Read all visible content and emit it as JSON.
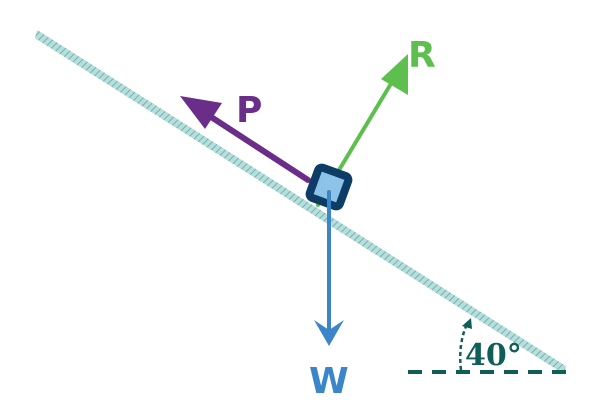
{
  "diagram": {
    "forces": {
      "push": {
        "label": "P",
        "color": "#6a2d8a"
      },
      "reaction": {
        "label": "R",
        "color": "#5cbf4e"
      },
      "weight": {
        "label": "W",
        "color": "#3a86c8"
      }
    },
    "incline": {
      "color": "#8fc5c3",
      "angle_label": "40°"
    },
    "block": {
      "fill": "#8ec3e8",
      "border": "#0d3c66"
    },
    "angle_color": "#0f5e58"
  }
}
